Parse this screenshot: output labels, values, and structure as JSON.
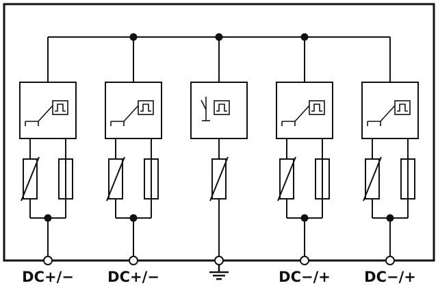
{
  "colors": {
    "line": "#111111",
    "background": "#ffffff"
  },
  "diagram": {
    "kind": "surge-protection-wiring-schematic",
    "branch_count": 5
  },
  "terminals": [
    {
      "id": "terminal-1",
      "label": "DC+/−"
    },
    {
      "id": "terminal-2",
      "label": "DC+/−"
    },
    {
      "id": "terminal-3",
      "label": "",
      "icon": "earth-ground-symbol"
    },
    {
      "id": "terminal-4",
      "label": "DC−/+"
    },
    {
      "id": "terminal-5",
      "label": "DC−/+"
    }
  ]
}
